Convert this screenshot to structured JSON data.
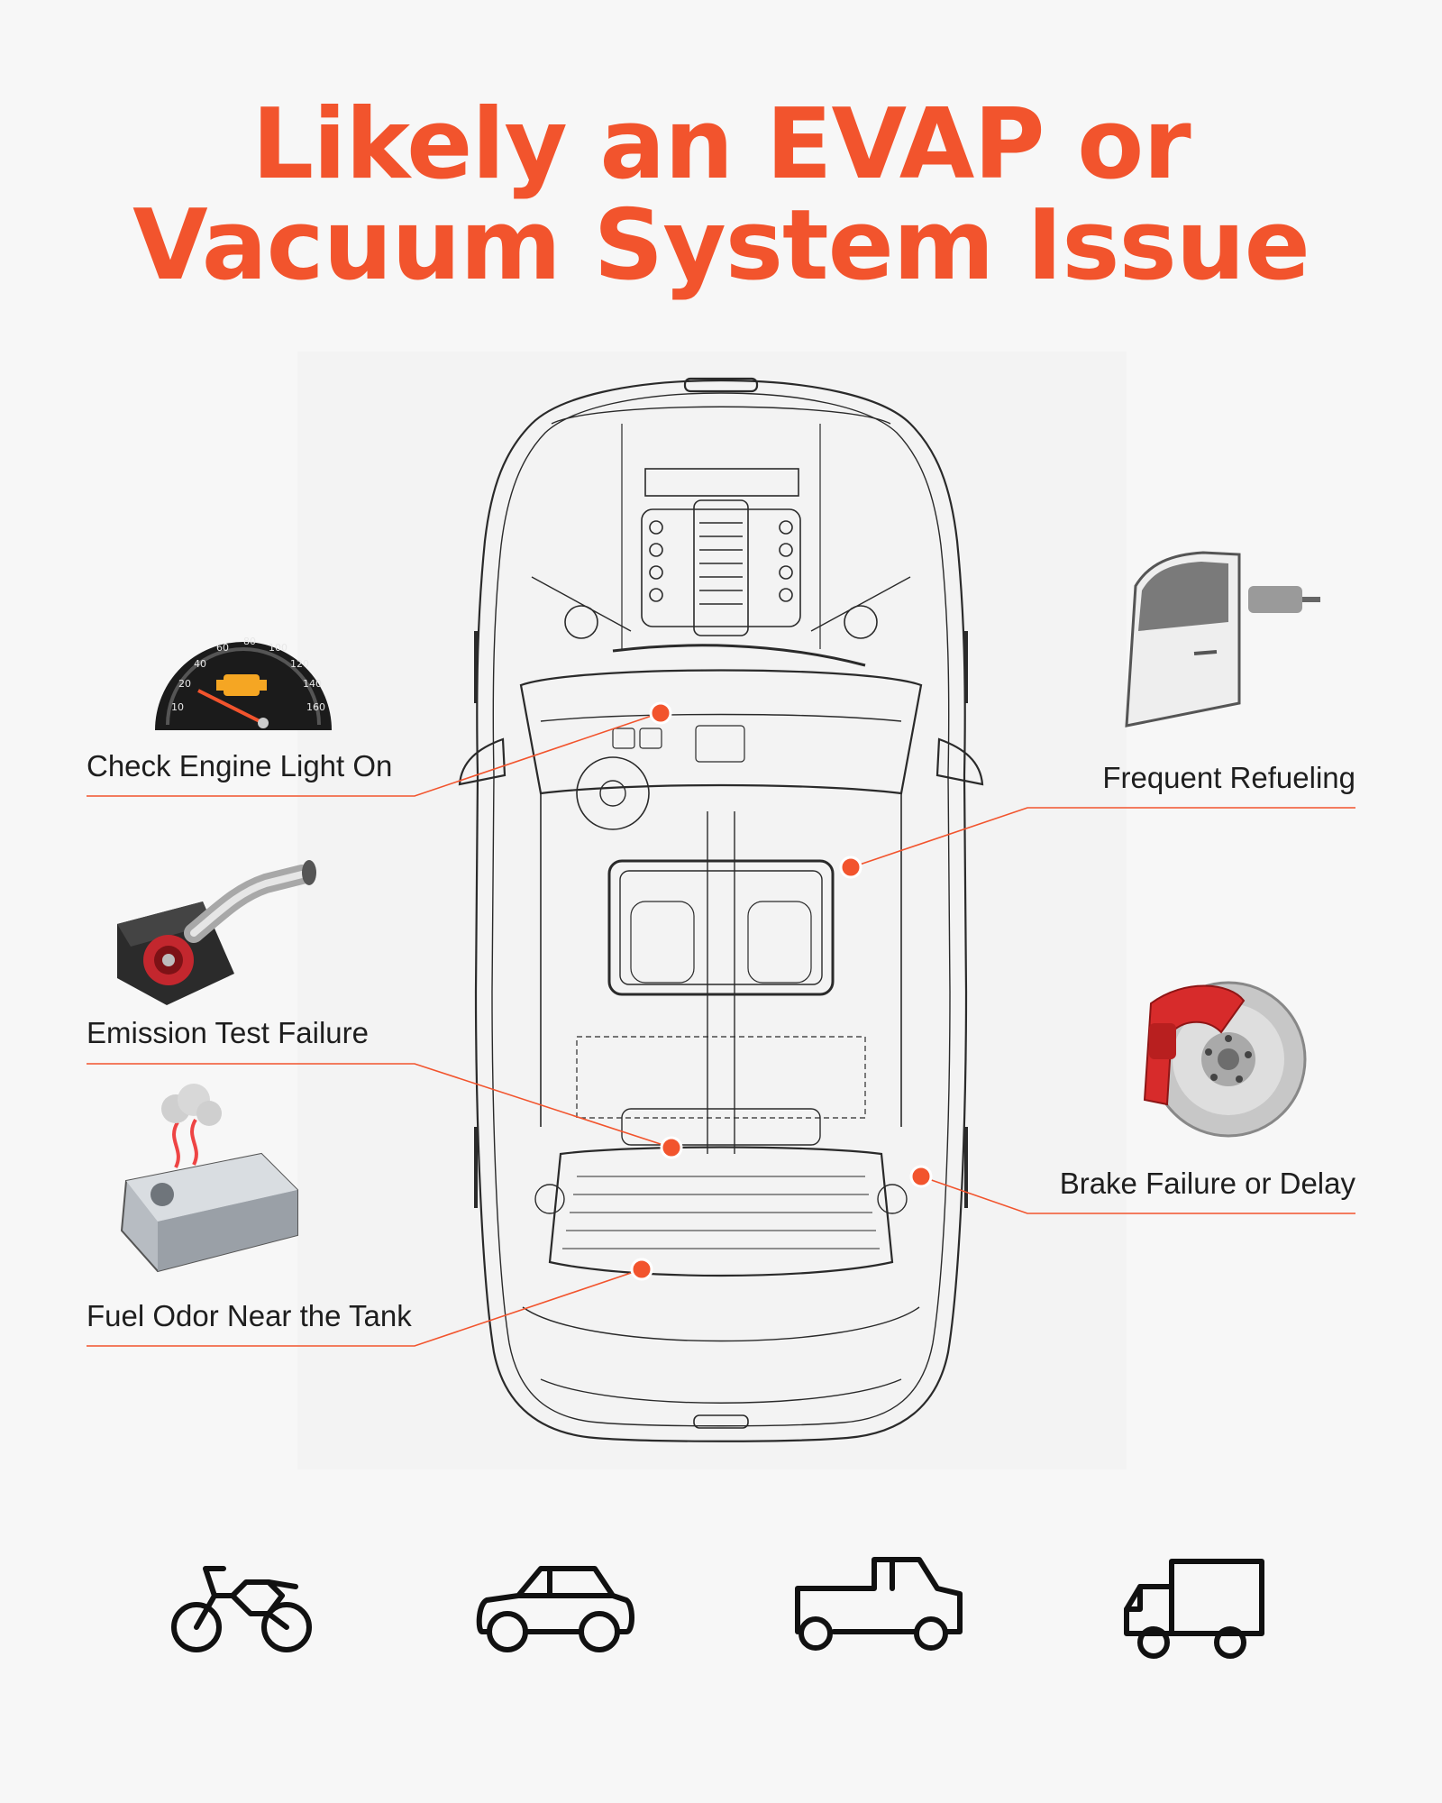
{
  "title": {
    "line1": "Likely an EVAP or",
    "line2": "Vacuum System Issue"
  },
  "colors": {
    "accent": "#f2542d",
    "text": "#1e1e1e",
    "line": "#2a2a2a",
    "background": "#f7f7f7"
  },
  "symptoms": {
    "check_engine": {
      "label": "Check Engine Light On",
      "icon": "check-engine-gauge-icon"
    },
    "emission": {
      "label": "Emission Test Failure",
      "icon": "air-intake-filter-icon"
    },
    "fuel_odor": {
      "label": "Fuel Odor Near the Tank",
      "icon": "fuel-tank-icon"
    },
    "refueling": {
      "label": "Frequent Refueling",
      "icon": "car-door-icon"
    },
    "brake": {
      "label": "Brake Failure or Delay",
      "icon": "brake-caliper-icon"
    }
  },
  "vehicles": [
    {
      "icon": "motorcycle-icon"
    },
    {
      "icon": "car-icon"
    },
    {
      "icon": "pickup-truck-icon"
    },
    {
      "icon": "delivery-truck-icon"
    }
  ]
}
